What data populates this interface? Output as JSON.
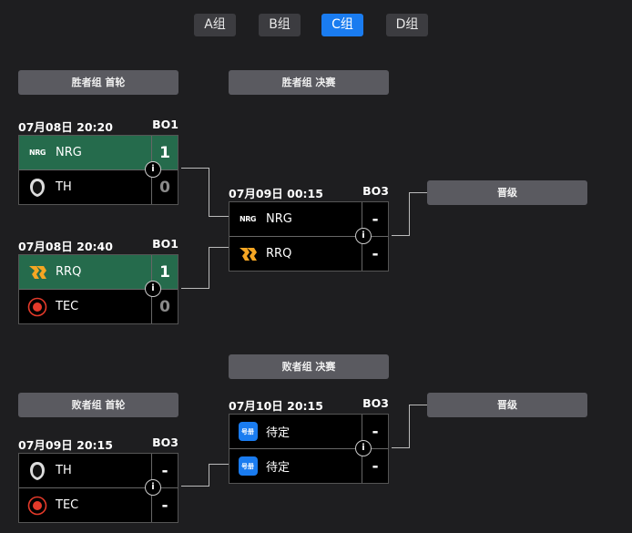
{
  "tabs": [
    {
      "label": "A组",
      "active": false
    },
    {
      "label": "B组",
      "active": false
    },
    {
      "label": "C组",
      "active": true
    },
    {
      "label": "D组",
      "active": false
    }
  ],
  "headers": {
    "winners_r1": "胜者组 首轮",
    "winners_final": "胜者组 决赛",
    "losers_final": "败者组 决赛",
    "losers_r1": "败者组 首轮",
    "advance1": "晋级",
    "advance2": "晋级"
  },
  "matches": [
    {
      "id": "wr1a",
      "time": "07月08日 20:20",
      "format": "BO1",
      "teams": [
        {
          "name": "NRG",
          "logo": "nrg",
          "score": "1",
          "win": true
        },
        {
          "name": "TH",
          "logo": "th",
          "score": "0",
          "win": false
        }
      ]
    },
    {
      "id": "wr1b",
      "time": "07月08日 20:40",
      "format": "BO1",
      "teams": [
        {
          "name": "RRQ",
          "logo": "rrq",
          "score": "1",
          "win": true
        },
        {
          "name": "TEC",
          "logo": "tec",
          "score": "0",
          "win": false
        }
      ]
    },
    {
      "id": "wf",
      "time": "07月09日 00:15",
      "format": "BO3",
      "teams": [
        {
          "name": "NRG",
          "logo": "nrg",
          "score": "-",
          "win": false
        },
        {
          "name": "RRQ",
          "logo": "rrq",
          "score": "-",
          "win": false
        }
      ]
    },
    {
      "id": "lr1",
      "time": "07月09日 20:15",
      "format": "BO3",
      "teams": [
        {
          "name": "TH",
          "logo": "th",
          "score": "-",
          "win": false
        },
        {
          "name": "TEC",
          "logo": "tec",
          "score": "-",
          "win": false
        }
      ]
    },
    {
      "id": "lf",
      "time": "07月10日 20:15",
      "format": "BO3",
      "teams": [
        {
          "name": "待定",
          "logo": "tbd",
          "score": "-",
          "win": false
        },
        {
          "name": "待定",
          "logo": "tbd",
          "score": "-",
          "win": false
        }
      ]
    }
  ],
  "info_label": "i",
  "logo_text": {
    "nrg": "NRG",
    "tbd": "号册"
  }
}
